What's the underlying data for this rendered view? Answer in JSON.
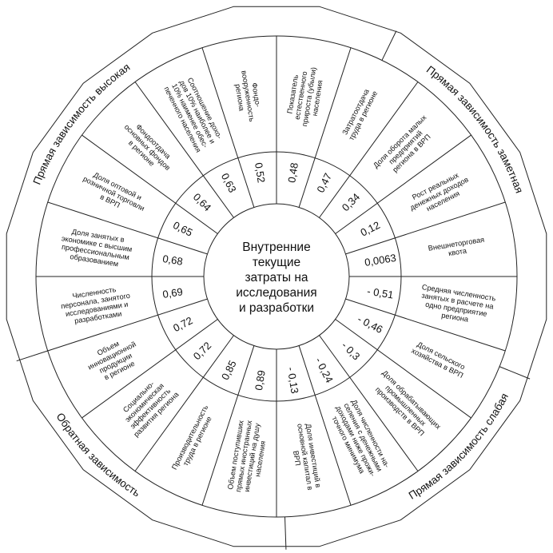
{
  "center": [
    "Внутренние",
    "текущие",
    "затраты на",
    "исследования",
    "и разработки"
  ],
  "groups": [
    {
      "label": "Прямая зависимость высокая",
      "sector_from": 0,
      "sector_to": 4
    },
    {
      "label": "Прямая зависимость заметная",
      "sector_from": 5,
      "sector_to": 10
    },
    {
      "label": "Прямая зависимость слабая",
      "sector_from": 11,
      "sector_to": 16
    },
    {
      "label": "Обратная зависимость",
      "sector_from": 17,
      "sector_to": 22
    }
  ],
  "items": [
    {
      "value": "0,89",
      "label": [
        "Объем поступивших",
        "прямых иностранных",
        "инвестиций на душу",
        "населения"
      ]
    },
    {
      "value": "0,85",
      "label": [
        "Производительность",
        "труда в регионе"
      ]
    },
    {
      "value": "0,72",
      "label": [
        "Социально-",
        "экономическая",
        "эффективность",
        "развития региона"
      ]
    },
    {
      "value": "0,72",
      "label": [
        "Объем",
        "инновационной",
        "продукции",
        "в регионе"
      ]
    },
    {
      "value": "0,69",
      "label": [
        "Численность",
        "персонала, занятого",
        "исследованиями и",
        "разработками"
      ]
    },
    {
      "value": "0,68",
      "label": [
        "Доля занятых в",
        "экономике с высшим",
        "профессиональным",
        "образованием"
      ]
    },
    {
      "value": "0,65",
      "label": [
        "Доля оптовой и",
        "розничной торговли",
        "в ВРП"
      ]
    },
    {
      "value": "0,64",
      "label": [
        "Фондоотдача",
        "основных фондов",
        "в регионе"
      ]
    },
    {
      "value": "0,63",
      "label": [
        "Соотношение дохо-",
        "дов 10% наиболее и",
        "10% наименее обес-",
        "печенного населения"
      ]
    },
    {
      "value": "0,52",
      "label": [
        "Фондо-",
        "вооруженность",
        "региона"
      ]
    },
    {
      "value": "0,48",
      "label": [
        "Показатель",
        "естественного",
        "прироста (убыли)",
        "населения"
      ]
    },
    {
      "value": "0,47",
      "label": [
        "Затратоотдача",
        "труда в регионе"
      ]
    },
    {
      "value": "0,34",
      "label": [
        "Доля оборота малых",
        "предприятий",
        "региона в ВРП"
      ]
    },
    {
      "value": "0,12",
      "label": [
        "Рост реальных",
        "денежных доходов",
        "населения"
      ]
    },
    {
      "value": "0,0063",
      "label": [
        "Внешнеторговая",
        "квота"
      ]
    },
    {
      "value": "- 0,51",
      "label": [
        "Средняя численность",
        "занятых в расчете на",
        "одно предприятие",
        "региона"
      ]
    },
    {
      "value": "- 0,46",
      "label": [
        "Доля сельского",
        "хозяйства в ВРП"
      ]
    },
    {
      "value": "- 0,3",
      "label": [
        "Доля обрабатывающих",
        "промышленных",
        "производств в ВРП"
      ]
    },
    {
      "value": "- 0,24",
      "label": [
        "Доля численности на-",
        "селения с денежными",
        "доходами ниже прожи-",
        "точного минимума"
      ]
    },
    {
      "value": "- 0,13",
      "label": [
        "Доля инвестиций в",
        "основной капитал в",
        "ВРП"
      ]
    }
  ],
  "sector_map": [
    0,
    1,
    2,
    3,
    4,
    5,
    6,
    7,
    8,
    9,
    10,
    11,
    12,
    13,
    14,
    15,
    16,
    17,
    18,
    19
  ],
  "colors": {
    "line": "#222222",
    "text": "#111111",
    "background": "#ffffff"
  }
}
